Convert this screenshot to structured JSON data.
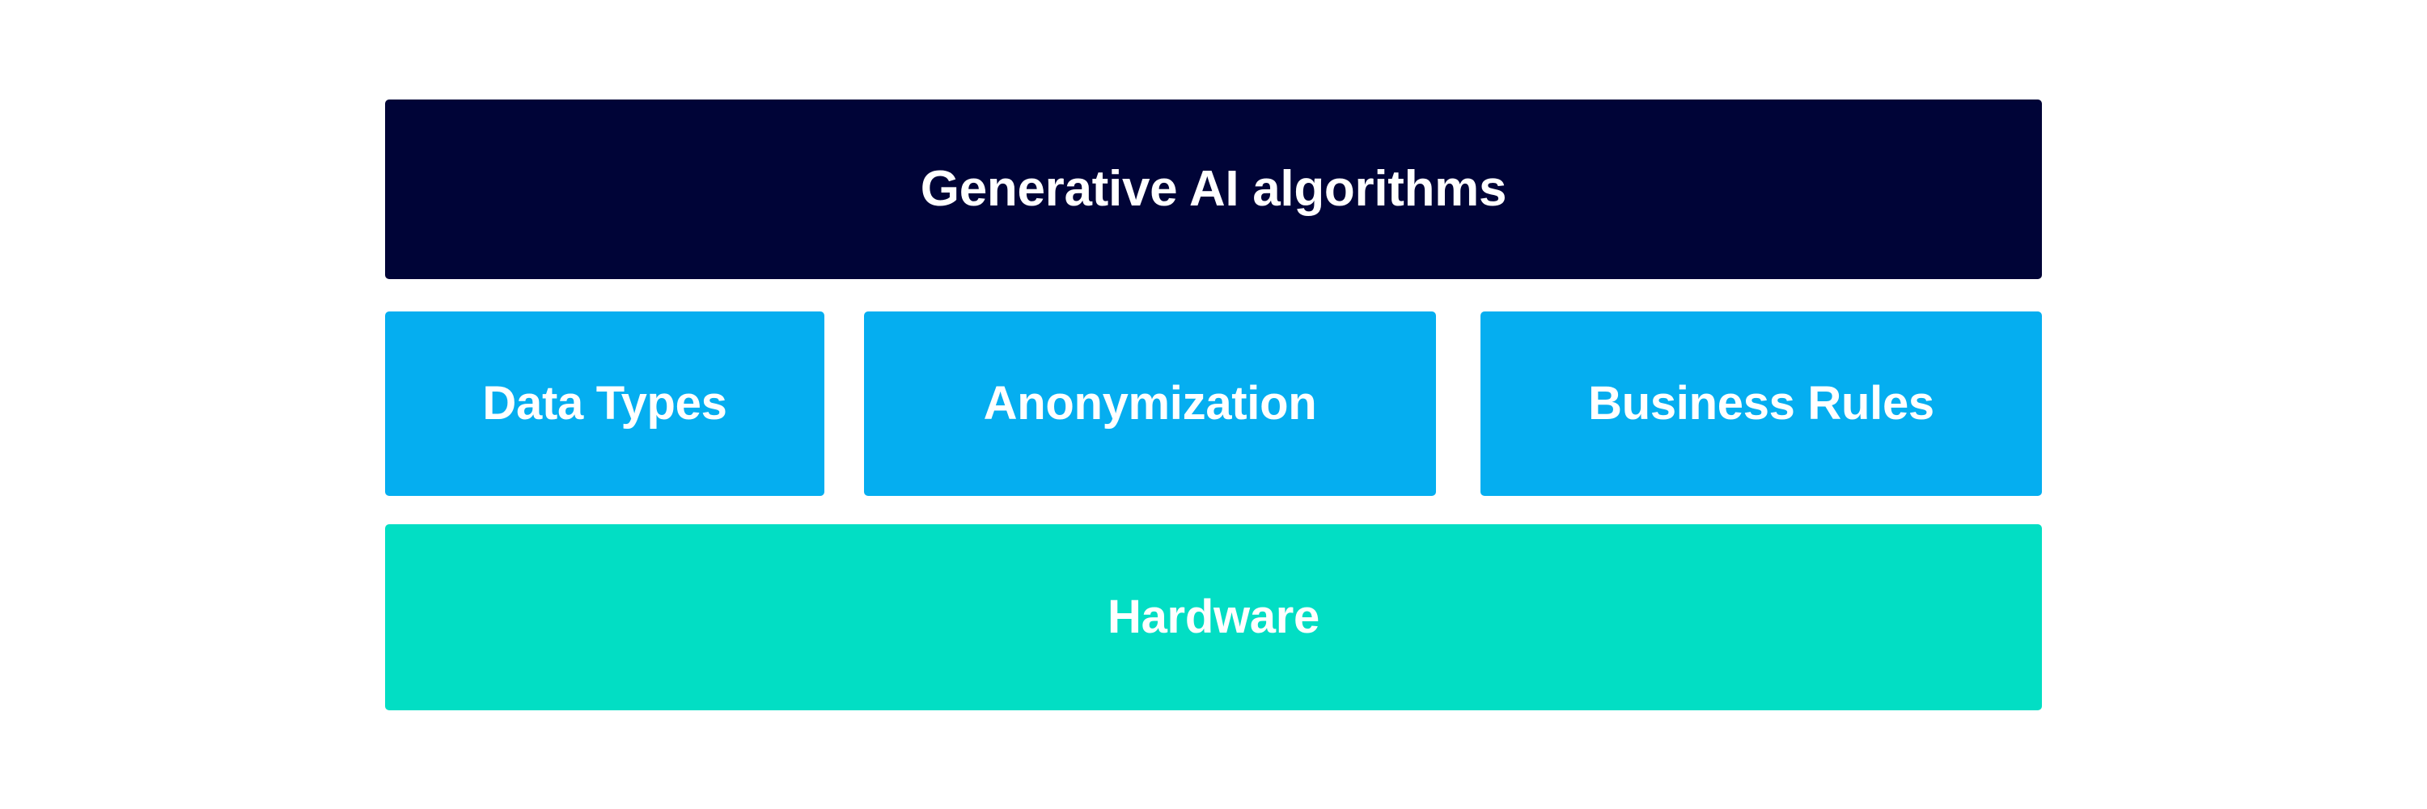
{
  "diagram": {
    "title": "Generative AI algorithms",
    "background_color": "#ffffff",
    "tiers": [
      {
        "name": "algorithms",
        "label": "Generative AI algorithms",
        "color": "#000437",
        "text_color": "#ffffff"
      },
      {
        "name": "components",
        "color": "#05aef0",
        "text_color": "#ffffff",
        "boxes": [
          {
            "name": "data-types",
            "label": "Data Types"
          },
          {
            "name": "anonymization",
            "label": "Anonymization"
          },
          {
            "name": "business-rules",
            "label": "Business Rules"
          }
        ]
      },
      {
        "name": "hardware",
        "label": "Hardware",
        "color": "#02dec4",
        "text_color": "#ffffff"
      }
    ]
  }
}
